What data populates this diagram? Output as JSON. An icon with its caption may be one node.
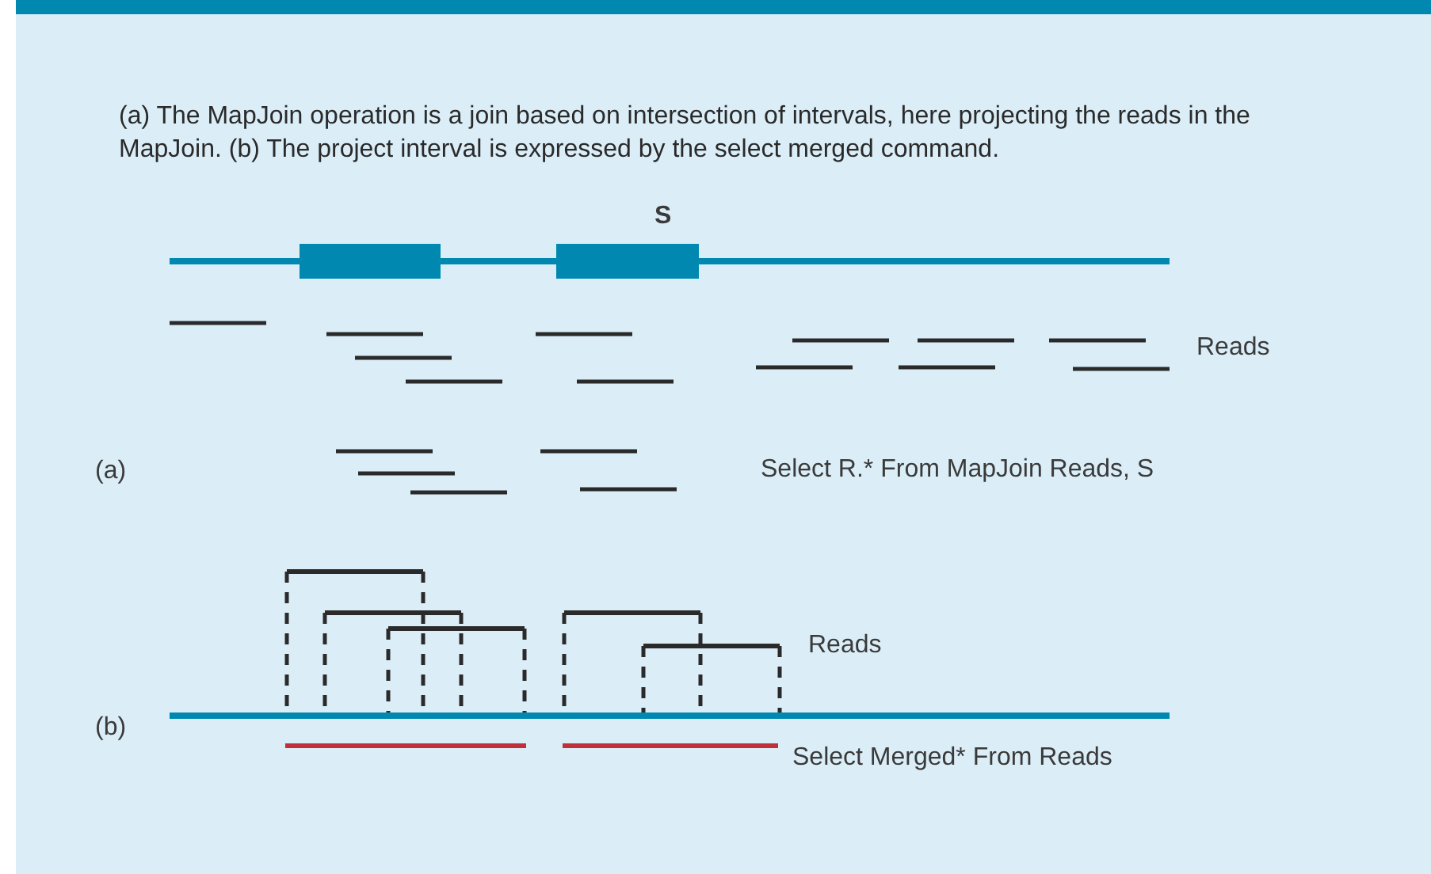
{
  "diagram": {
    "caption": "(a) The MapJoin operation is a join based on intersection of intervals, here projecting the reads in the MapJoin. (b) The project interval is expressed by the select merged command.",
    "labels": [
      "S",
      "Reads",
      "(a)",
      "Select R.* From MapJoin Reads, S",
      "Reads",
      "(b)",
      "Select Merged* From Reads"
    ]
  }
}
